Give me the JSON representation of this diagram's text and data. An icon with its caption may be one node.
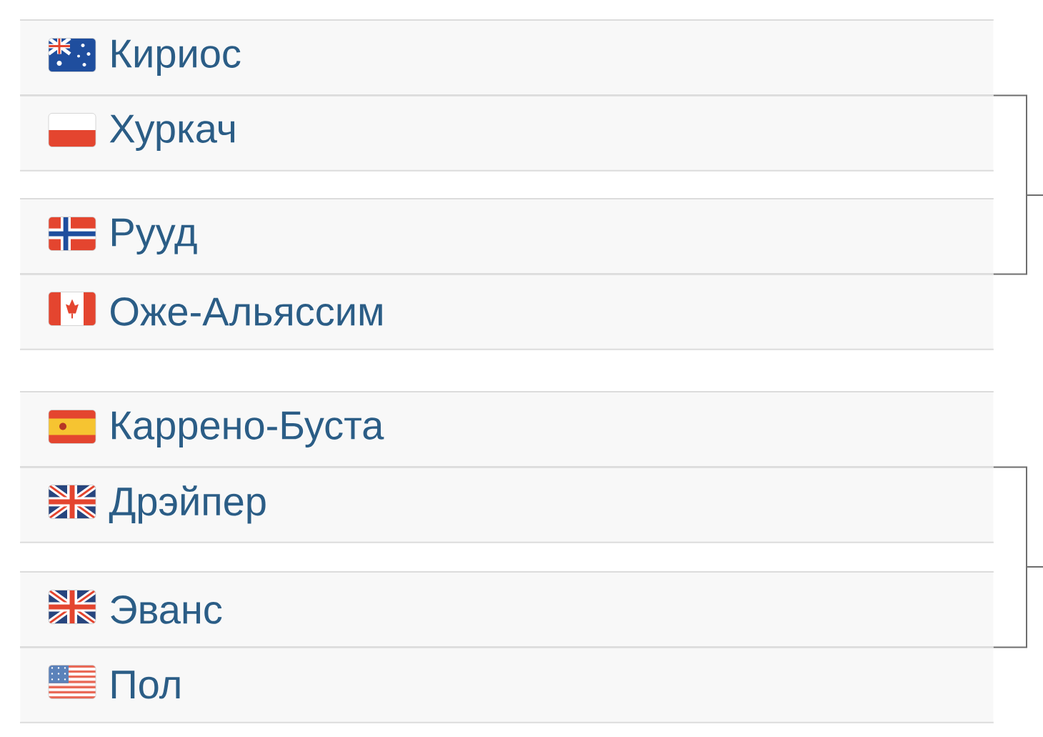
{
  "diagram": {
    "nodes": [
      {
        "text": [],
        "shape": "box"
      },
      {
        "text": [
          "Кириос"
        ],
        "in": 0
      },
      {
        "text": [
          "Хуркач"
        ],
        "in": 0
      },
      {
        "text": [],
        "shape": "box"
      },
      {
        "text": [
          "Рууд"
        ],
        "in": 3
      },
      {
        "text": [
          "Оже-Альяссим"
        ],
        "in": 3
      },
      {
        "text": [],
        "shape": "box"
      },
      {
        "text": [
          "Каррено-Буста"
        ],
        "in": 6
      },
      {
        "text": [
          "Дрэйпер"
        ],
        "in": 6
      },
      {
        "text": [],
        "shape": "box"
      },
      {
        "text": [
          "Эванс"
        ],
        "in": 9
      },
      {
        "text": [
          "Пол"
        ],
        "in": 9
      }
    ],
    "edges": [
      {
        "from": 0,
        "to": null,
        "arrow": "none"
      },
      {
        "from": 3,
        "to": null,
        "arrow": "none"
      },
      {
        "from": 6,
        "to": null,
        "arrow": "none"
      },
      {
        "from": 9,
        "to": null,
        "arrow": "none"
      }
    ]
  }
}
